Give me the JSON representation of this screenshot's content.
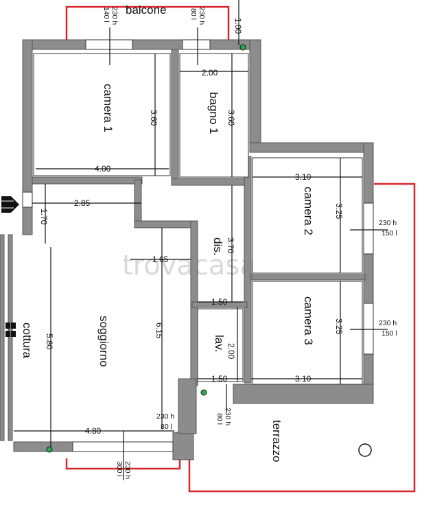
{
  "watermark": "trovacasa",
  "rooms": {
    "balcone": "balcone",
    "camera1": "camera 1",
    "bagno1": "bagno 1",
    "camera2": "camera 2",
    "camera3": "camera 3",
    "dis": "dis.",
    "lav": "lav.",
    "soggiorno": "soggiorno",
    "cottura": "cottura",
    "terrazzo": "terrazzo"
  },
  "dimensions": {
    "d_100": "1.00",
    "d_200_bagno": "2.00",
    "d_360_cam1": "3.60",
    "d_360_bagno": "3.60",
    "d_400": "4.00",
    "d_285": "2.85",
    "d_170": "1.70",
    "d_165": "1.65",
    "d_310_top": "3.10",
    "d_325_cam2": "3.25",
    "d_370": "3.70",
    "d_150_top": "1.50",
    "d_325_cam3": "3.25",
    "d_200_lav": "2.00",
    "d_615": "6.15",
    "d_580": "5.80",
    "d_150_bot": "1.50",
    "d_310_bot": "3.10",
    "d_480": "4.80"
  },
  "openings": {
    "bal_left_h": "230 h",
    "bal_left_l": "140 l",
    "bal_right_h": "230 h",
    "bal_right_l": "80 l",
    "cam2_win_h": "230 h",
    "cam2_win_l": "150 l",
    "cam3_win_h": "230 h",
    "cam3_win_l": "150 l",
    "sogg_win_h": "230 h",
    "sogg_win_l": "80 l",
    "lav_win_h": "230 h",
    "lav_win_l": "80 l",
    "bottom_win_h": "230 h",
    "bottom_win_l": "300 l"
  },
  "colors": {
    "wall": "#8c8c8c",
    "balcony_outline": "#d9252a",
    "marker": "#2ea84a"
  }
}
